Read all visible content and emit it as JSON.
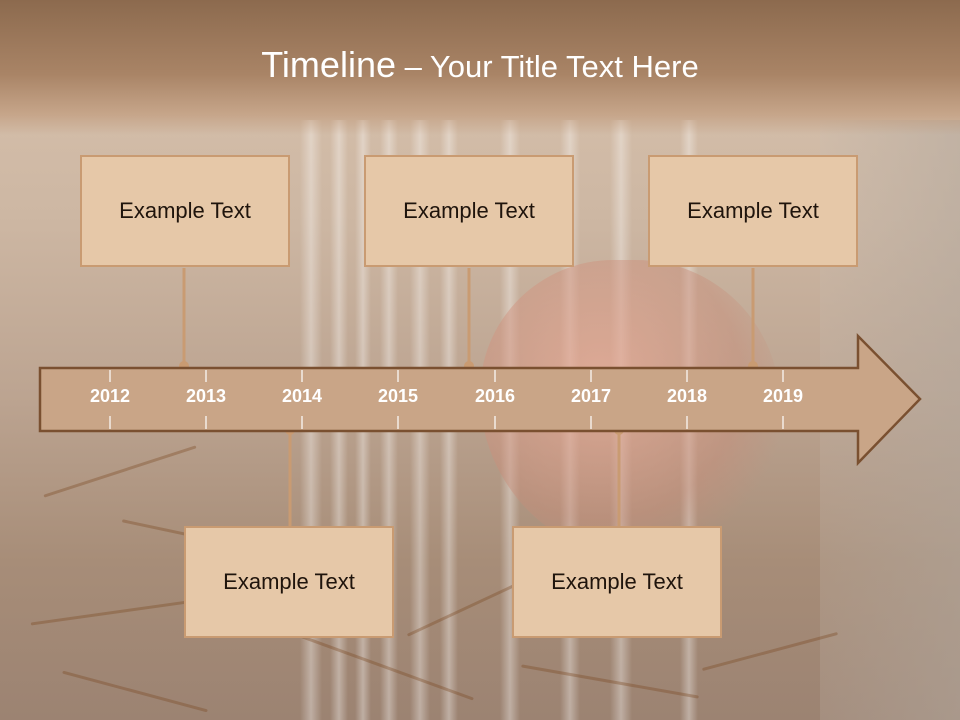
{
  "title": {
    "main": "Timeline",
    "dash": " – ",
    "sub": "Your Title Text Here"
  },
  "years": [
    "2012",
    "2013",
    "2014",
    "2015",
    "2016",
    "2017",
    "2018",
    "2019"
  ],
  "events": [
    {
      "label": "Example Text",
      "position": "above"
    },
    {
      "label": "Example Text",
      "position": "above"
    },
    {
      "label": "Example Text",
      "position": "above"
    },
    {
      "label": "Example Text",
      "position": "below"
    },
    {
      "label": "Example Text",
      "position": "below"
    }
  ],
  "colors": {
    "arrow_fill": "#c9a587",
    "arrow_stroke": "#7a5030",
    "box_fill": "#e6c8a8",
    "box_stroke": "#c99b72",
    "connector": "#c99b72"
  }
}
